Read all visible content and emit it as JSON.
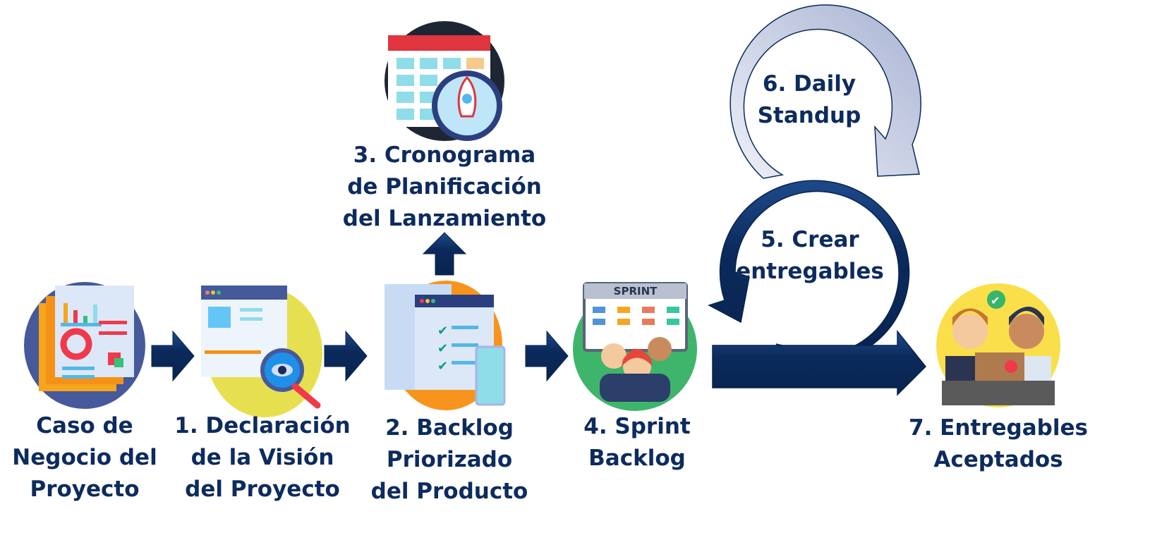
{
  "steps": [
    {
      "label_lines": [
        "Caso de",
        "Negocio del",
        "Proyecto"
      ]
    },
    {
      "label_lines": [
        "1. Declaración",
        "de la Visión",
        "del Proyecto"
      ]
    },
    {
      "label_lines": [
        "2. Backlog",
        "Priorizado",
        "del Producto"
      ]
    },
    {
      "label_lines": [
        "3. Cronograma",
        "de Planificación",
        "del Lanzamiento"
      ]
    },
    {
      "label_lines": [
        "4. Sprint",
        "Backlog"
      ],
      "board_title": "SPRINT"
    },
    {
      "label_lines": [
        "5. Crear",
        "entregables"
      ]
    },
    {
      "label_lines": [
        "6. Daily",
        "Standup"
      ]
    },
    {
      "label_lines": [
        "7. Entregables",
        "Aceptados"
      ]
    }
  ],
  "colors": {
    "text": "#0d2b5e",
    "arrow_dark": "#0b2a5c",
    "arrow_light": "#b3bdd8"
  }
}
